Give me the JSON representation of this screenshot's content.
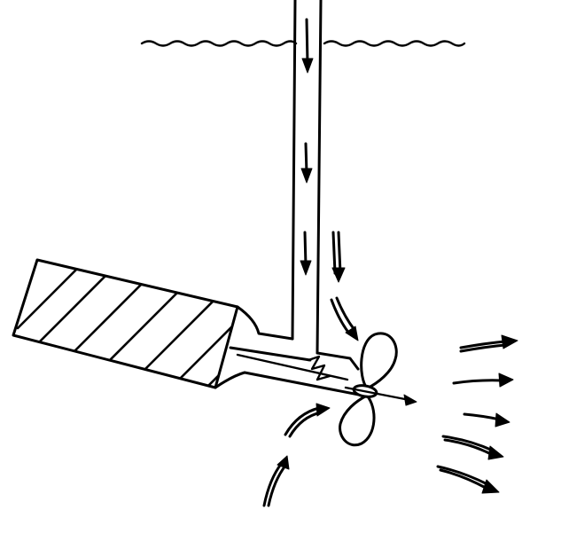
{
  "diagram": {
    "elements": [
      "water-surface",
      "vertical-shaft",
      "motor-housing",
      "propeller",
      "flow-arrows"
    ],
    "ink_color": "#000000",
    "background_color": "#ffffff"
  }
}
